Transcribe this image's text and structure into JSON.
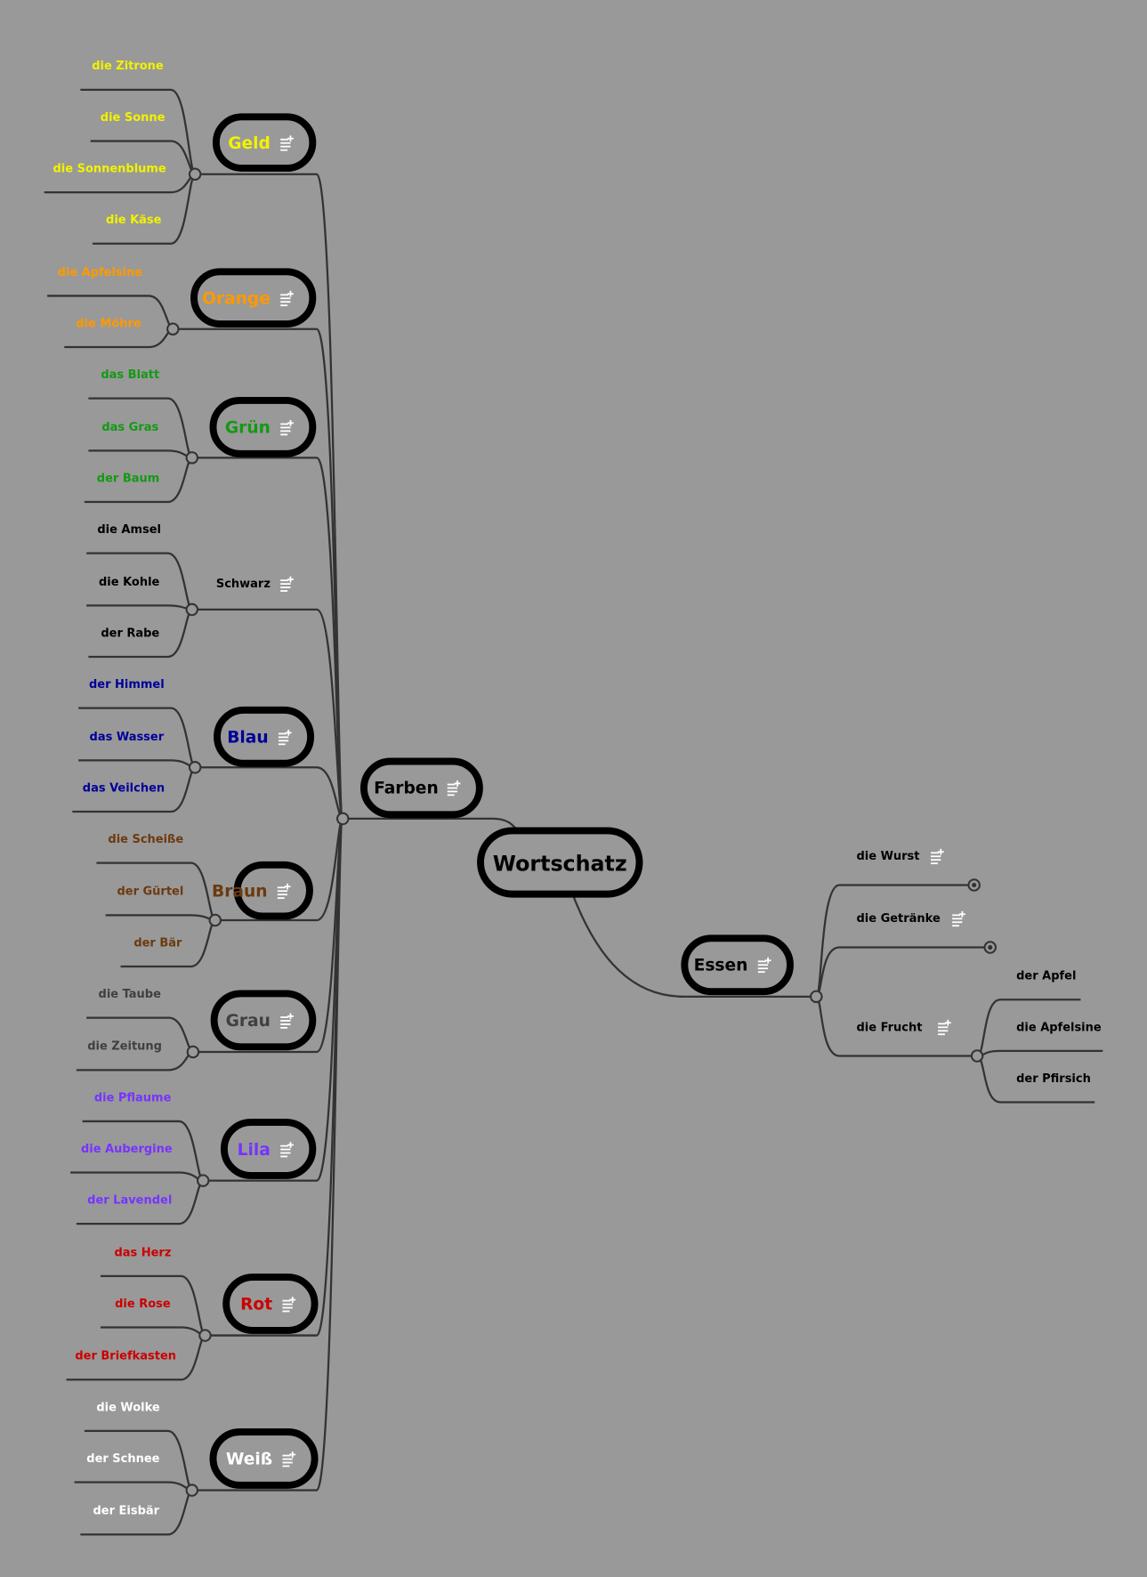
{
  "root": {
    "label": "Wortschatz"
  },
  "farben": {
    "label": "Farben",
    "groups": [
      {
        "label": "Geld",
        "color": "#f2f200",
        "boxed": true,
        "leaves": [
          "die Zitrone",
          "die Sonne",
          "die Sonnenblume",
          "die Käse"
        ]
      },
      {
        "label": "Orange",
        "color": "#ff9900",
        "boxed": true,
        "leaves": [
          "die Apfelsine",
          "die Möhre"
        ]
      },
      {
        "label": "Grün",
        "color": "#139a13",
        "boxed": true,
        "leaves": [
          "das Blatt",
          "das Gras",
          "der Baum"
        ]
      },
      {
        "label": "Schwarz",
        "color": "#000000",
        "boxed": false,
        "leaves": [
          "die Amsel",
          "die Kohle",
          "der Rabe"
        ]
      },
      {
        "label": "Blau",
        "color": "#000099",
        "boxed": true,
        "leaves": [
          "der Himmel",
          "das Wasser",
          "das Veilchen"
        ]
      },
      {
        "label": "Braun",
        "color": "#6b3a10",
        "boxed": true,
        "leaves": [
          "die Scheiße",
          "der Gürtel",
          "der Bär"
        ]
      },
      {
        "label": "Grau",
        "color": "#404040",
        "boxed": true,
        "leaves": [
          "die Taube",
          "die Zeitung"
        ]
      },
      {
        "label": "Lila",
        "color": "#7733ff",
        "boxed": true,
        "leaves": [
          "die Pflaume",
          "die Aubergine",
          "der Lavendel"
        ]
      },
      {
        "label": "Rot",
        "color": "#cc0000",
        "boxed": true,
        "leaves": [
          "das Herz",
          "die Rose",
          "der Briefkasten"
        ]
      },
      {
        "label": "Weiß",
        "color": "#ffffff",
        "boxed": true,
        "leaves": [
          "die Wolke",
          "der Schnee",
          "der Eisbär"
        ]
      }
    ]
  },
  "essen": {
    "label": "Essen",
    "items": [
      {
        "label": "die Wurst",
        "collapsed": true
      },
      {
        "label": "die Getränke",
        "collapsed": true
      },
      {
        "label": "die Frucht",
        "collapsed": false,
        "leaves": [
          "der Apfel",
          "die Apfelsine",
          "der Pfirsich"
        ]
      }
    ]
  },
  "icons": {
    "note": "note-add-icon",
    "collapsed": "collapsed-node-icon"
  }
}
